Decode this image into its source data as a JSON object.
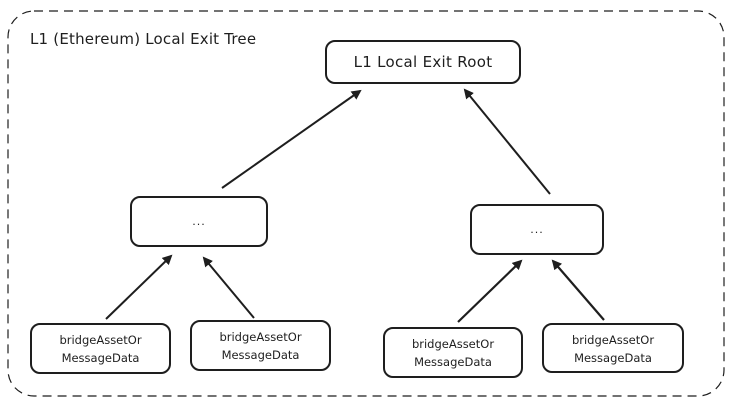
{
  "diagram": {
    "title": "L1 (Ethereum) Local Exit Tree",
    "root": {
      "label": "L1 Local Exit Root"
    },
    "intermediate_nodes": [
      {
        "id": "mid-left",
        "label": "..."
      },
      {
        "id": "mid-right",
        "label": "..."
      }
    ],
    "leaves": [
      {
        "id": "leaf-1",
        "label": "bridgeAssetOr\nMessageData",
        "parent": "mid-left"
      },
      {
        "id": "leaf-2",
        "label": "bridgeAssetOr\nMessageData",
        "parent": "mid-left"
      },
      {
        "id": "leaf-3",
        "label": "bridgeAssetOr\nMessageData",
        "parent": "mid-right"
      },
      {
        "id": "leaf-4",
        "label": "bridgeAssetOr\nMessageData",
        "parent": "mid-right"
      }
    ],
    "edges": [
      {
        "from": "mid-left",
        "to": "root"
      },
      {
        "from": "mid-right",
        "to": "root"
      },
      {
        "from": "leaf-1",
        "to": "mid-left"
      },
      {
        "from": "leaf-2",
        "to": "mid-left"
      },
      {
        "from": "leaf-3",
        "to": "mid-right"
      },
      {
        "from": "leaf-4",
        "to": "mid-right"
      }
    ],
    "colors": {
      "stroke": "#1e1e1e",
      "background": "#ffffff"
    }
  }
}
